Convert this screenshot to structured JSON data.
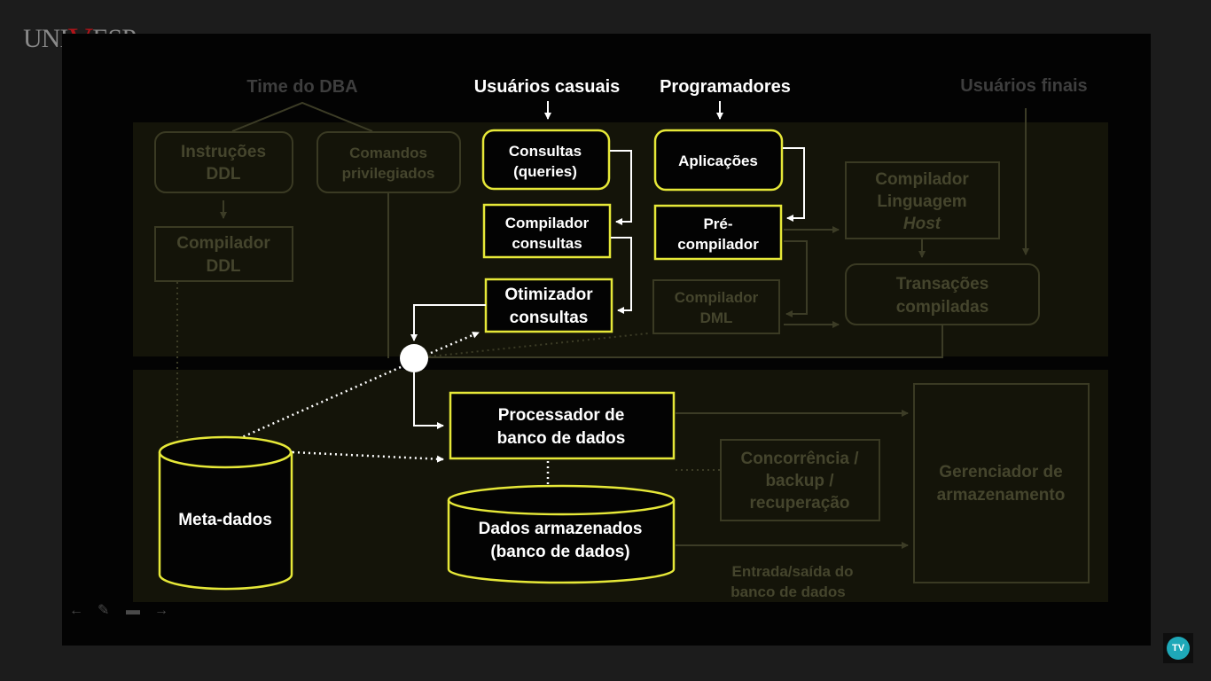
{
  "logo": {
    "pre": "UNI",
    "v": "V",
    "post": "ESP"
  },
  "groups": {
    "dba": "Time do DBA",
    "casual": "Usuários casuais",
    "programmers": "Programadores",
    "end_users": "Usuários finais"
  },
  "boxes": {
    "ddl_instr": [
      "Instruções",
      "DDL"
    ],
    "priv_cmds": [
      "Comandos",
      "privilegiados"
    ],
    "queries": [
      "Consultas",
      "(queries)"
    ],
    "applications": [
      "Aplicações"
    ],
    "host_compiler": [
      "Compilador",
      "Linguagem",
      "Host"
    ],
    "ddl_compiler": [
      "Compilador",
      "DDL"
    ],
    "query_compiler": [
      "Compilador",
      "consultas"
    ],
    "precompiler": [
      "Pré-",
      "compilador"
    ],
    "optimizer": [
      "Otimizador",
      "consultas"
    ],
    "dml_compiler": [
      "Compilador",
      "DML"
    ],
    "transactions": [
      "Transações",
      "compiladas"
    ],
    "db_processor": [
      "Processador de",
      "banco de dados"
    ],
    "concurrency": [
      "Concorrência /",
      "backup /",
      "recuperação"
    ],
    "storage_mgr": [
      "Gerenciador de",
      "armazenamento"
    ],
    "metadata": [
      "Meta-dados"
    ],
    "stored_data": [
      "Dados armazenados",
      "(banco de dados)"
    ]
  },
  "io_label": [
    "Entrada/saída do",
    "banco de dados"
  ],
  "colors": {
    "highlight": "#e6e838",
    "panel": "#141409",
    "dimmed": "#45452d",
    "background": "#030303"
  },
  "controls": [
    "back-icon",
    "pen-icon",
    "screen-icon",
    "forward-icon"
  ],
  "tv_badge": "TV"
}
